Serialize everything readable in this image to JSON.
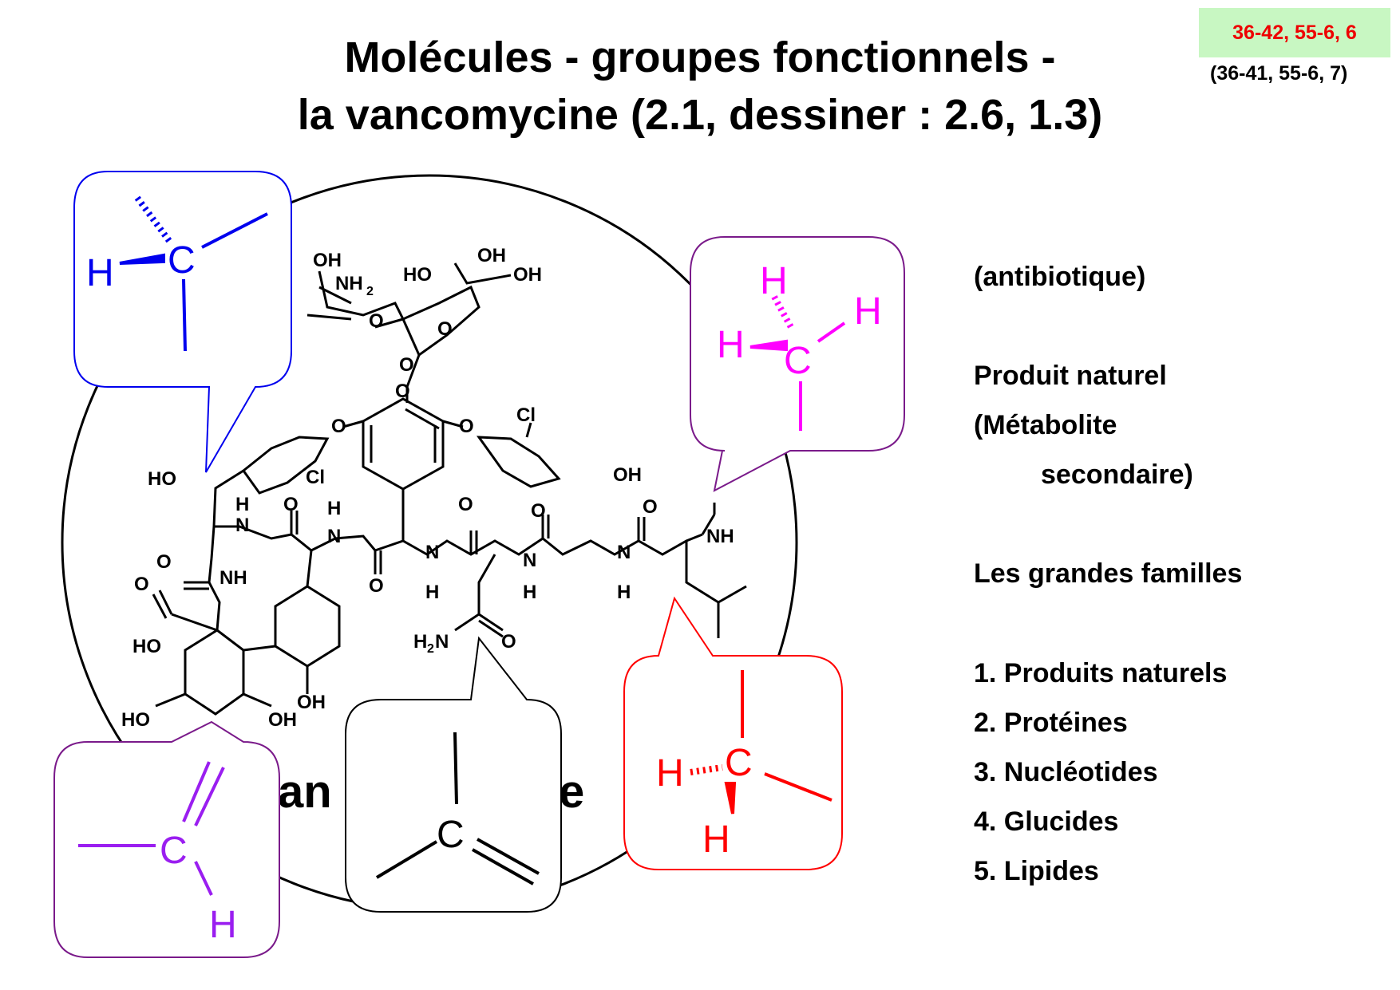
{
  "title": {
    "line1": "Molécules - groupes fonctionnels -",
    "line2": "la vancomycine (2.1, dessiner : 2.6, 1.3)"
  },
  "reference": {
    "highlight": "36-42, 55-6, 6",
    "secondary": "(36-41, 55-6, 7)"
  },
  "sidebar": {
    "antibiotic": "(antibiotique)",
    "natural_product": "Produit naturel",
    "metabolite": "(Métabolite",
    "secondary": "secondaire)",
    "families_heading": "Les grandes familles",
    "families": [
      "1. Produits naturels",
      "2. Protéines",
      "3. Nucléotides",
      "4. Glucides",
      "5. Lipides"
    ]
  },
  "molecule_name_visible": [
    "an",
    "e"
  ],
  "atom_labels": {
    "oh": "OH",
    "nh2": "NH",
    "nh2_sub": "2",
    "ho": "HO",
    "o": "O",
    "cl": "Cl",
    "h": "H",
    "n": "N",
    "nh": "NH",
    "h2n_h": "H",
    "h2n_sub": "2",
    "h2n_n": "N",
    "c": "C"
  },
  "colors": {
    "blue": "#0000ee",
    "magenta": "#ff00ff",
    "red": "#ff0000",
    "purple": "#9a1ef0",
    "bubble_purple": "#7a1a8a",
    "black": "#000000",
    "ref_bg": "#c8f7c2"
  }
}
